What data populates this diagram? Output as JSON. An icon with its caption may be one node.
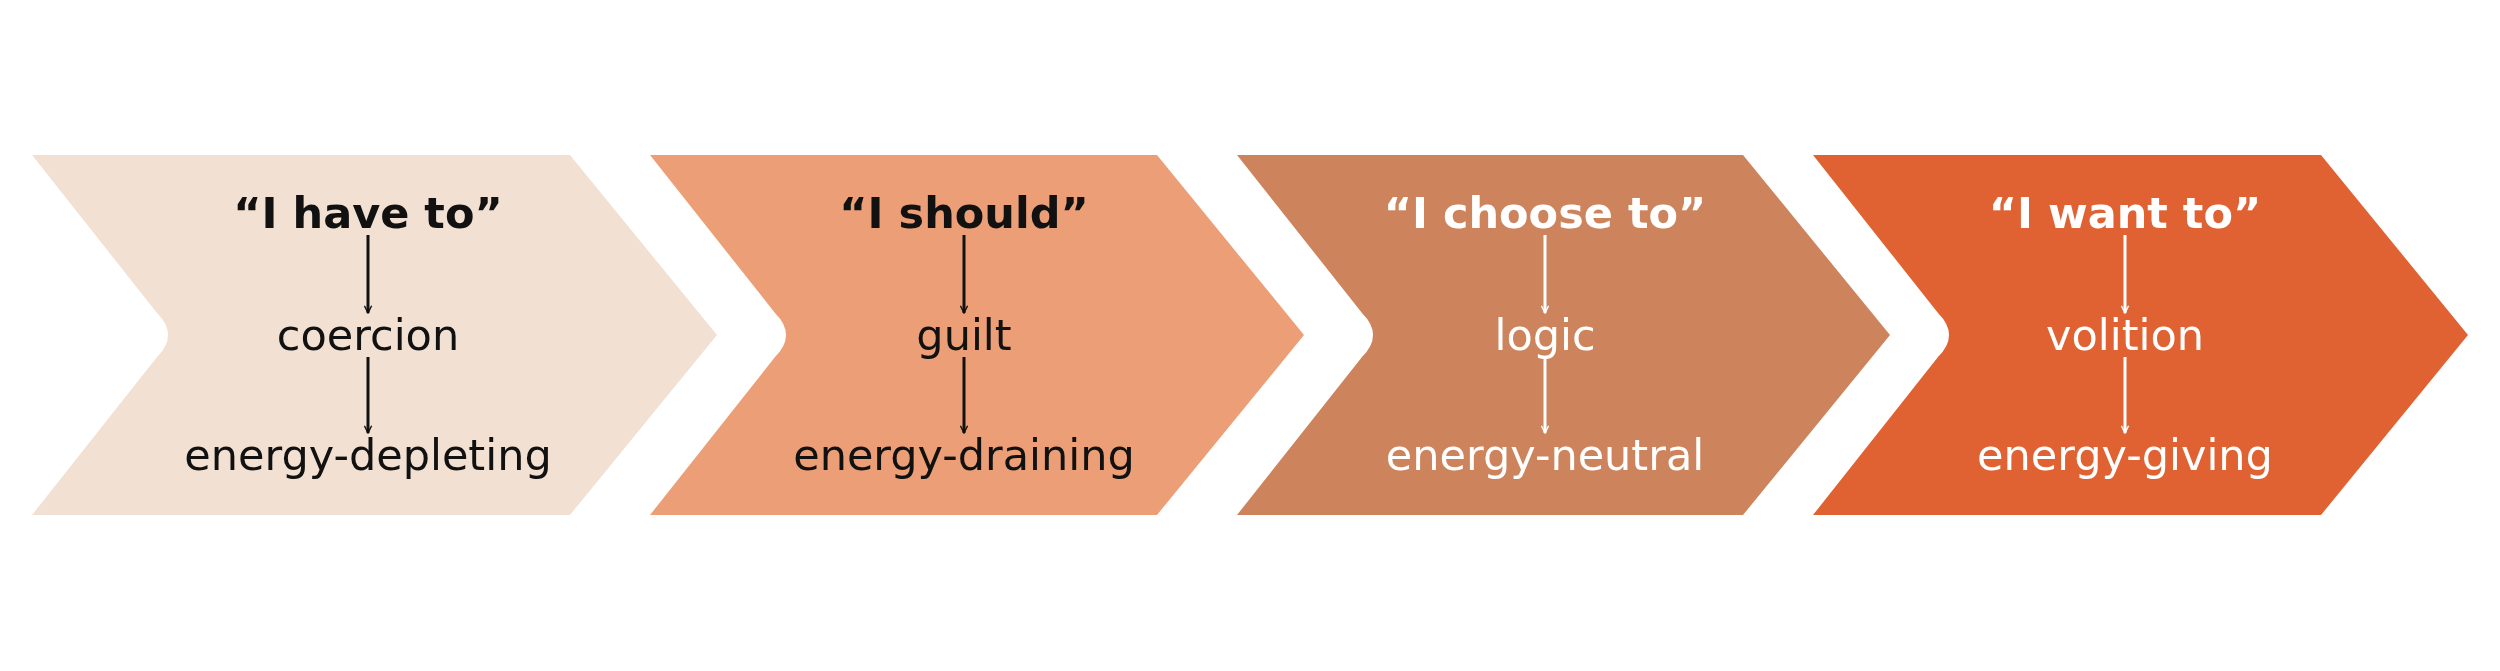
{
  "diagram": {
    "nodes": [
      {
        "text": [],
        "shape": "chevron"
      },
      {
        "text": [
          "“I have to”"
        ],
        "in": 0
      },
      {
        "text": [
          "coercion"
        ],
        "in": 0
      },
      {
        "text": [
          "energy-depleting"
        ],
        "in": 0
      },
      {
        "text": [],
        "shape": "chevron"
      },
      {
        "text": [
          "“I should”"
        ],
        "in": 4
      },
      {
        "text": [
          "guilt"
        ],
        "in": 4
      },
      {
        "text": [
          "energy-draining"
        ],
        "in": 4
      },
      {
        "text": [],
        "shape": "chevron"
      },
      {
        "text": [
          "“I choose to”"
        ],
        "in": 8
      },
      {
        "text": [
          "logic"
        ],
        "in": 8
      },
      {
        "text": [
          "energy-neutral"
        ],
        "in": 8
      },
      {
        "text": [],
        "shape": "chevron"
      },
      {
        "text": [
          "“I want to”"
        ],
        "in": 12
      },
      {
        "text": [
          "volition"
        ],
        "in": 12
      },
      {
        "text": [
          "energy-giving"
        ],
        "in": 12
      }
    ],
    "edges": [
      {
        "from": 1,
        "to": 2,
        "arrow": "to"
      },
      {
        "from": 2,
        "to": 3,
        "arrow": "to"
      },
      {
        "from": 5,
        "to": 6,
        "arrow": "to"
      },
      {
        "from": 6,
        "to": 7,
        "arrow": "to"
      },
      {
        "from": 9,
        "to": 10,
        "arrow": "to",
        "color": "#ffffff"
      },
      {
        "from": 10,
        "to": 11,
        "arrow": "to",
        "color": "#ffffff"
      },
      {
        "from": 13,
        "to": 14,
        "arrow": "to",
        "color": "#ffffff"
      },
      {
        "from": 14,
        "to": 15,
        "arrow": "to",
        "color": "#ffffff"
      }
    ]
  }
}
